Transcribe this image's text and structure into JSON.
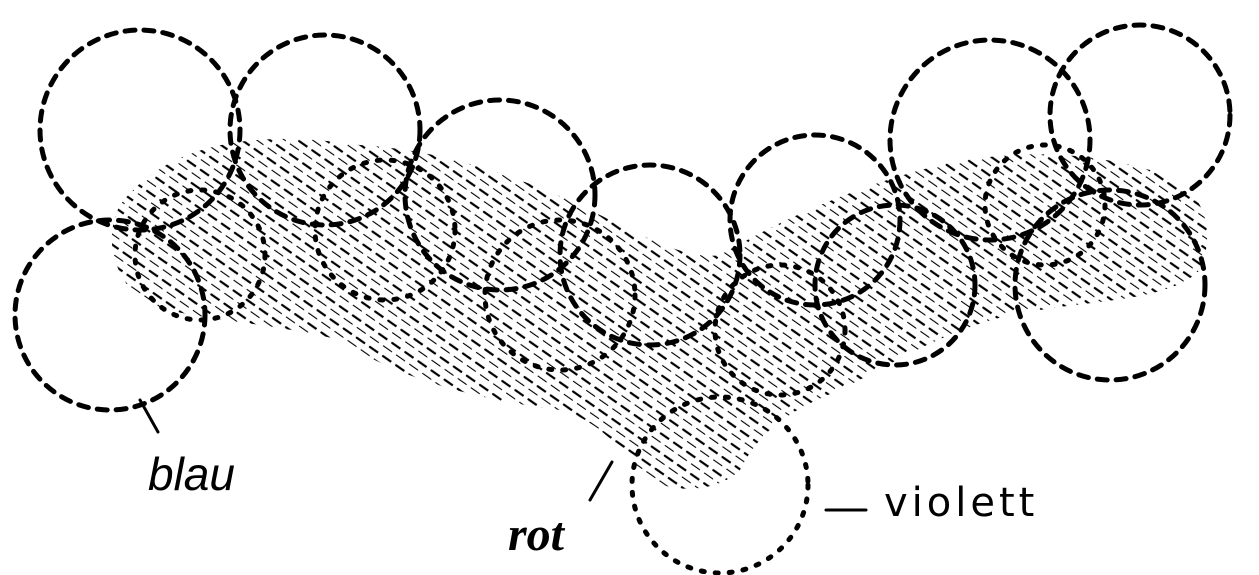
{
  "labels": {
    "blue": "blau",
    "red": "rot",
    "violet": "violett"
  },
  "legend_styles": {
    "blue": "dashed circle outline",
    "red": "diagonal hatching",
    "violet": "dotted circle outline"
  }
}
